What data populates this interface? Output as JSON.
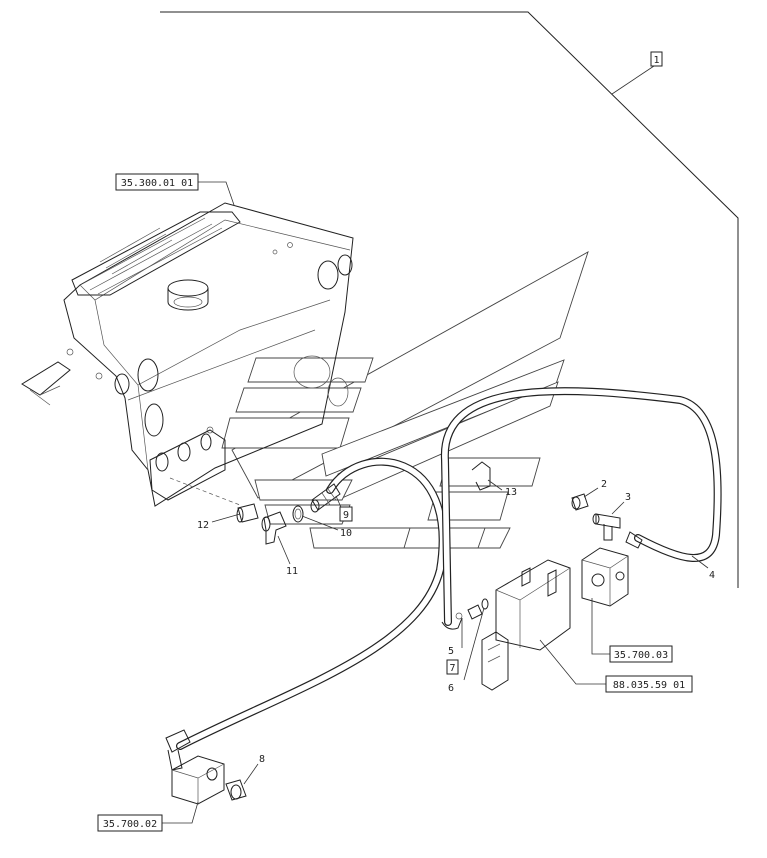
{
  "refs": {
    "tank": "35.300.01 01",
    "valve_block": "35.700.03",
    "valve_assembly": "88.035.59 01",
    "lower_block": "35.700.02"
  },
  "callouts": {
    "c1": "1",
    "c2": "2",
    "c3": "3",
    "c4": "4",
    "c5": "5",
    "c6": "6",
    "c7": "7",
    "c8": "8",
    "c9": "9",
    "c10": "10",
    "c11": "11",
    "c12": "12",
    "c13": "13"
  }
}
